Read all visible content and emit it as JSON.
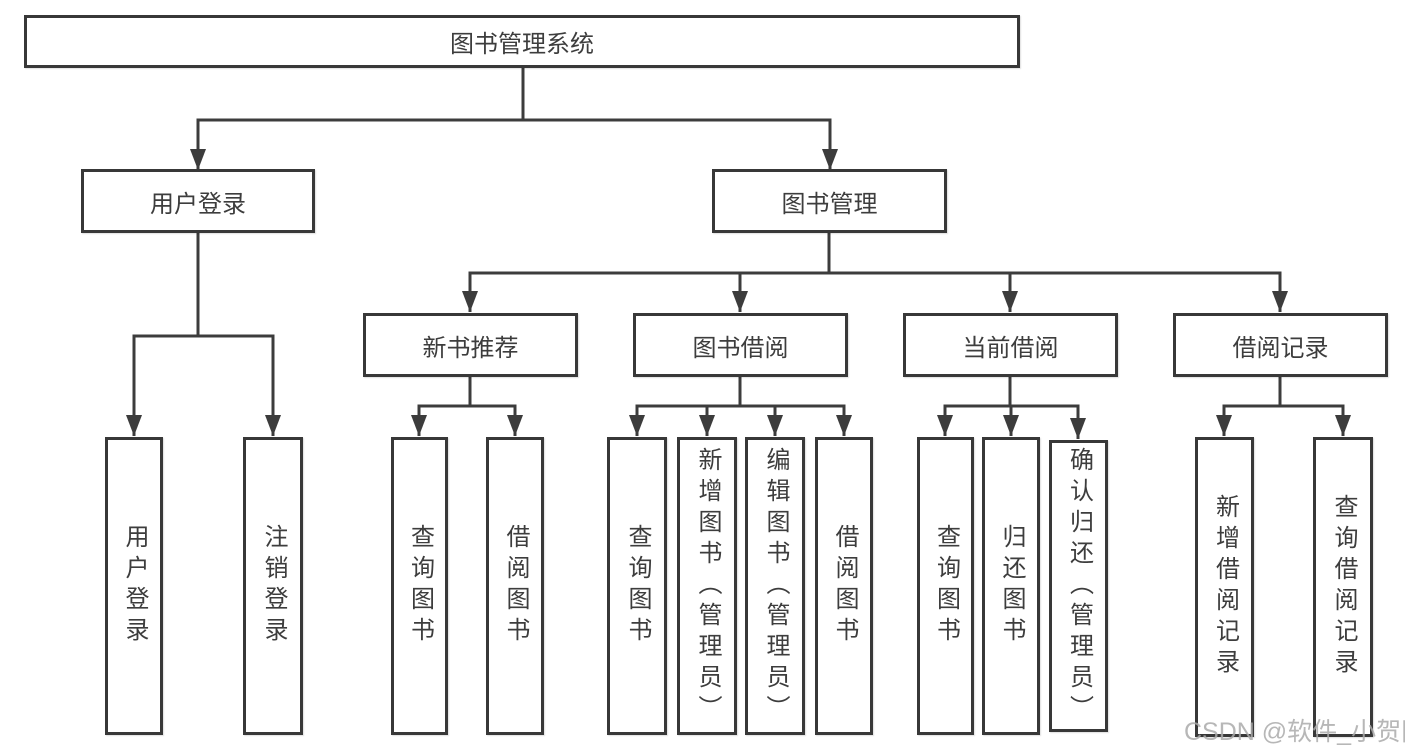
{
  "root": {
    "label": "图书管理系统"
  },
  "branches": [
    {
      "label": "用户登录",
      "children": [
        {
          "label": "用户登录"
        },
        {
          "label": "注销登录"
        }
      ]
    },
    {
      "label": "图书管理",
      "children": [
        {
          "label": "新书推荐",
          "children": [
            {
              "label": "查询图书"
            },
            {
              "label": "借阅图书"
            }
          ]
        },
        {
          "label": "图书借阅",
          "children": [
            {
              "label": "查询图书"
            },
            {
              "label": "新增图书（管理员）"
            },
            {
              "label": "编辑图书（管理员）"
            },
            {
              "label": "借阅图书"
            }
          ]
        },
        {
          "label": "当前借阅",
          "children": [
            {
              "label": "查询图书"
            },
            {
              "label": "归还图书"
            },
            {
              "label": "确认归还（管理员）"
            }
          ]
        },
        {
          "label": "借阅记录",
          "children": [
            {
              "label": "新增借阅记录"
            },
            {
              "label": "查询借阅记录"
            }
          ]
        }
      ]
    }
  ],
  "watermark": {
    "text": "CSDN @软件_小贺同学",
    "color": "#aaaaaa"
  },
  "colors": {
    "line": "#3c3c3c",
    "border": "#383838",
    "text": "#3d3d3d",
    "background": "#ffffff"
  }
}
